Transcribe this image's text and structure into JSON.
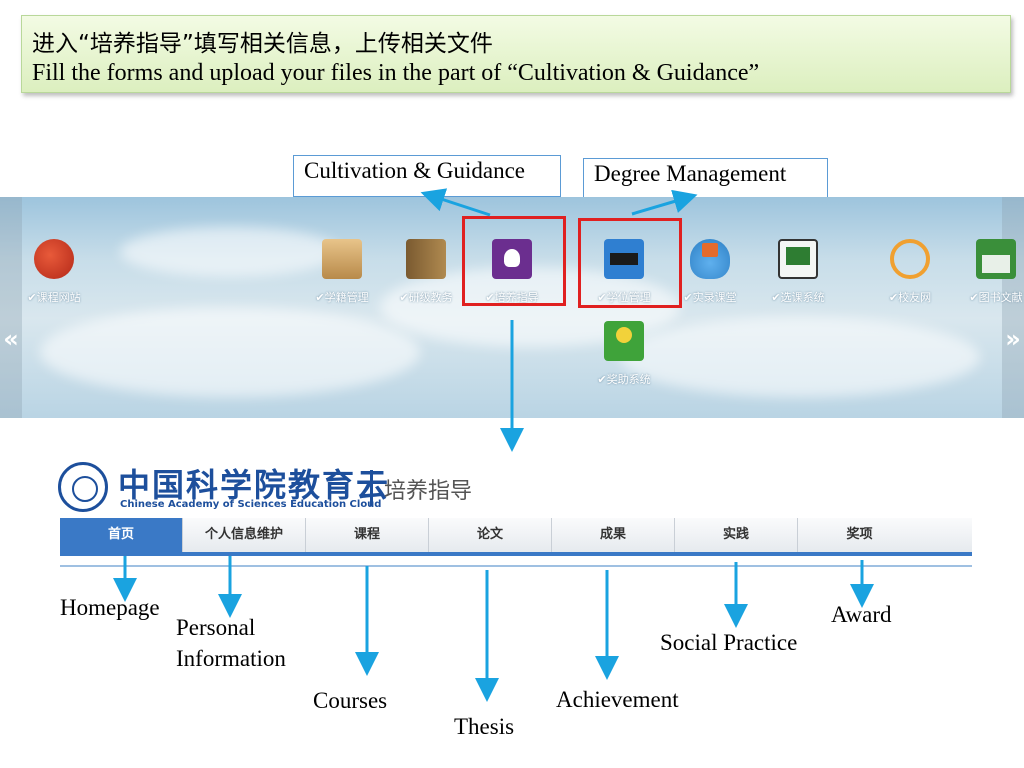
{
  "banner": {
    "zh": "进入“培养指导”填写相关信息，上传相关文件",
    "en": "Fill the forms and upload your files in the part of “Cultivation & Guidance”"
  },
  "callouts": {
    "cultivation": "Cultivation & Guidance",
    "degree": "Degree Management"
  },
  "portal": {
    "prev_icon": "«",
    "next_icon": "»",
    "apps": [
      {
        "label": "✔课程网站",
        "icon": "course-site-icon",
        "color": "#d93c2a"
      },
      {
        "label": "✔学籍管理",
        "icon": "student-status-icon",
        "color": "#c9a46a"
      },
      {
        "label": "✔研级教务",
        "icon": "academic-affairs-icon",
        "color": "#8a6a3a"
      },
      {
        "label": "✔培养指导",
        "icon": "cultivation-guidance-icon",
        "color": "#6b2e8f"
      },
      {
        "label": "✔学位管理",
        "icon": "degree-management-icon",
        "color": "#2f7fd1"
      },
      {
        "label": "✔实录课堂",
        "icon": "class-record-icon",
        "color": "#3d8fd6"
      },
      {
        "label": "✔选课系统",
        "icon": "course-selection-icon",
        "color": "#2e7d32"
      },
      {
        "label": "✔校友网",
        "icon": "alumni-network-icon",
        "color": "#f0a030"
      },
      {
        "label": "✔图书文献",
        "icon": "library-icon",
        "color": "#3a8f3a"
      },
      {
        "label": "✔奖助系统",
        "icon": "award-system-icon",
        "color": "#3fa33a"
      }
    ]
  },
  "system": {
    "cas_zh": "中国科学院教育云",
    "cas_en": "Chinese Academy of Sciences Education Cloud",
    "name": "培养指导"
  },
  "nav": {
    "items": [
      "首页",
      "个人信息维护",
      "课程",
      "论文",
      "成果",
      "实践",
      "奖项"
    ],
    "active_index": 0
  },
  "labels": {
    "homepage": "Homepage",
    "personal_1": "Personal",
    "personal_2": "Information",
    "courses": "Courses",
    "thesis": "Thesis",
    "achievement": "Achievement",
    "social": "Social Practice",
    "award": "Award"
  },
  "colors": {
    "arrow": "#1aa3e0",
    "highlight": "#e02020",
    "nav_active": "#3a79c6"
  }
}
